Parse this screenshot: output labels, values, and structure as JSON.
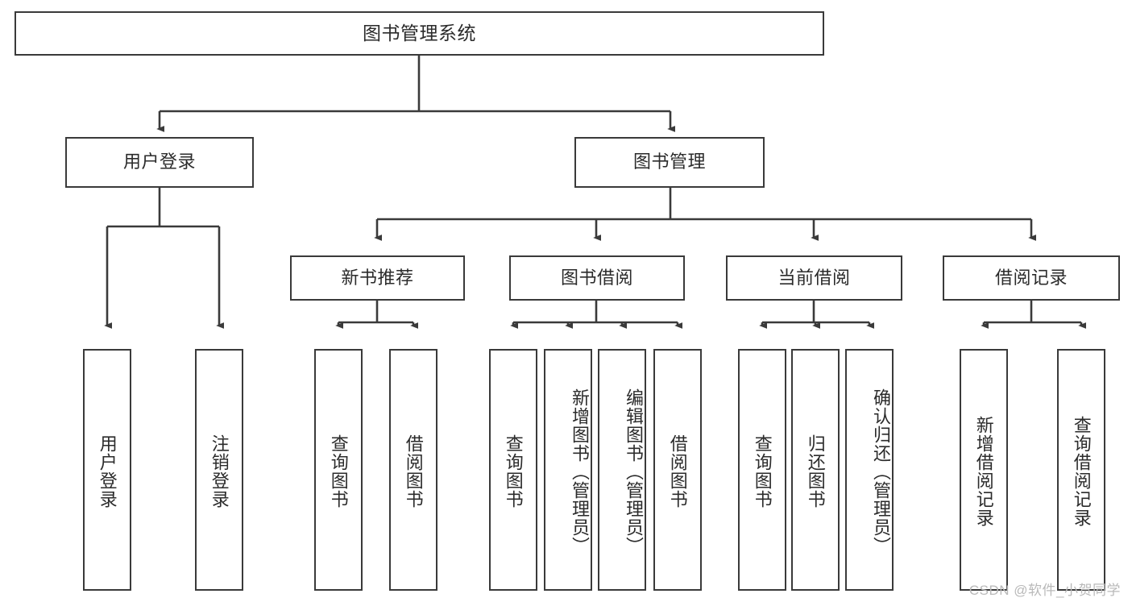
{
  "diagram": {
    "title": "图书管理系统",
    "stroke_color": "#3a3a3a",
    "text_color": "#2b2b2b",
    "background_color": "#ffffff",
    "root": {
      "label": "图书管理系统"
    },
    "level1": [
      {
        "label": "用户登录"
      },
      {
        "label": "图书管理"
      }
    ],
    "level2": [
      {
        "label": "新书推荐"
      },
      {
        "label": "图书借阅"
      },
      {
        "label": "当前借阅"
      },
      {
        "label": "借阅记录"
      }
    ],
    "leaves": {
      "user_login": [
        {
          "label": "用户登录"
        },
        {
          "label": "注销登录"
        }
      ],
      "new_book": [
        {
          "label": "查询图书"
        },
        {
          "label": "借阅图书"
        }
      ],
      "book_borrow": [
        {
          "label": "查询图书"
        },
        {
          "label": "新增图书（管理员）"
        },
        {
          "label": "编辑图书（管理员）"
        },
        {
          "label": "借阅图书"
        }
      ],
      "current_borrow": [
        {
          "label": "查询图书"
        },
        {
          "label": "归还图书"
        },
        {
          "label": "确认归还（管理员）"
        }
      ],
      "borrow_record": [
        {
          "label": "新增借阅记录"
        },
        {
          "label": "查询借阅记录"
        }
      ]
    }
  },
  "watermark": {
    "text": "CSDN @软件_小贺同学"
  }
}
